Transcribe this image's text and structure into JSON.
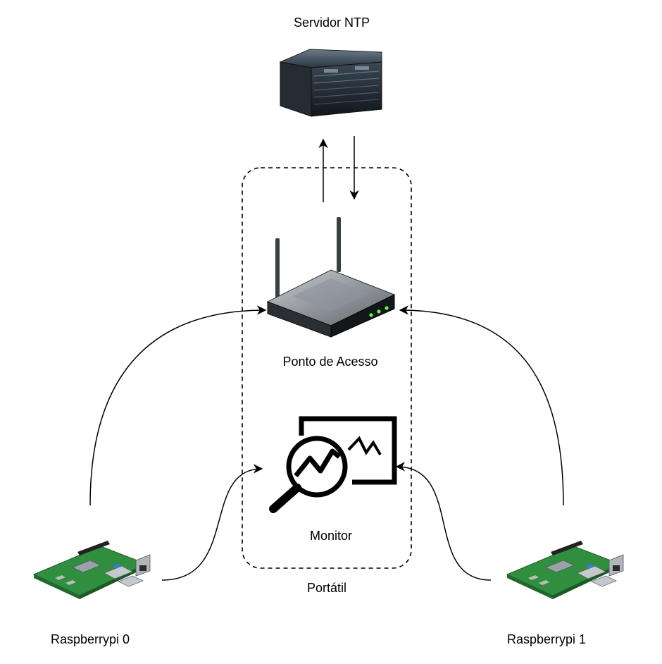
{
  "nodes": {
    "ntp_server": {
      "label": "Servidor NTP",
      "icon": "server-icon"
    },
    "access_point": {
      "label": "Ponto de Acesso",
      "icon": "router-icon"
    },
    "monitor": {
      "label": "Monitor",
      "icon": "monitor-magnifier-icon"
    },
    "rpi0": {
      "label": "Raspberrypi 0",
      "icon": "raspberry-pi-board-icon"
    },
    "rpi1": {
      "label": "Raspberrypi 1",
      "icon": "raspberry-pi-board-icon"
    }
  },
  "group": {
    "label": "Portátil",
    "style": "dashed"
  },
  "edges": [
    {
      "from": "access_point",
      "to": "ntp_server"
    },
    {
      "from": "ntp_server",
      "to": "access_point"
    },
    {
      "from": "rpi0",
      "to": "access_point"
    },
    {
      "from": "rpi1",
      "to": "access_point"
    },
    {
      "from": "rpi0",
      "to": "monitor"
    },
    {
      "from": "rpi1",
      "to": "monitor"
    }
  ],
  "colors": {
    "line": "#000000",
    "led": "#5cff3a",
    "board": "#2f8f3e"
  }
}
